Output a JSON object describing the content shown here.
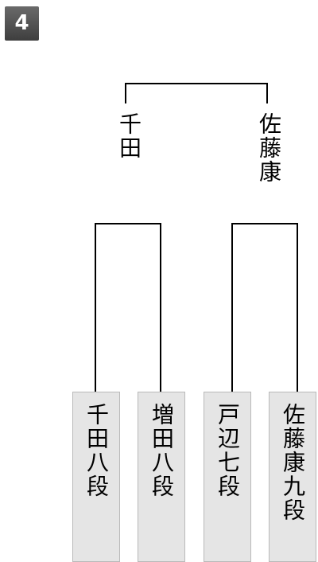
{
  "round": "4",
  "semifinalists": [
    {
      "name": "千田"
    },
    {
      "name": "佐藤康"
    }
  ],
  "players": [
    {
      "name": "千田八段"
    },
    {
      "name": "増田八段"
    },
    {
      "name": "戸辺七段"
    },
    {
      "name": "佐藤康九段"
    }
  ]
}
